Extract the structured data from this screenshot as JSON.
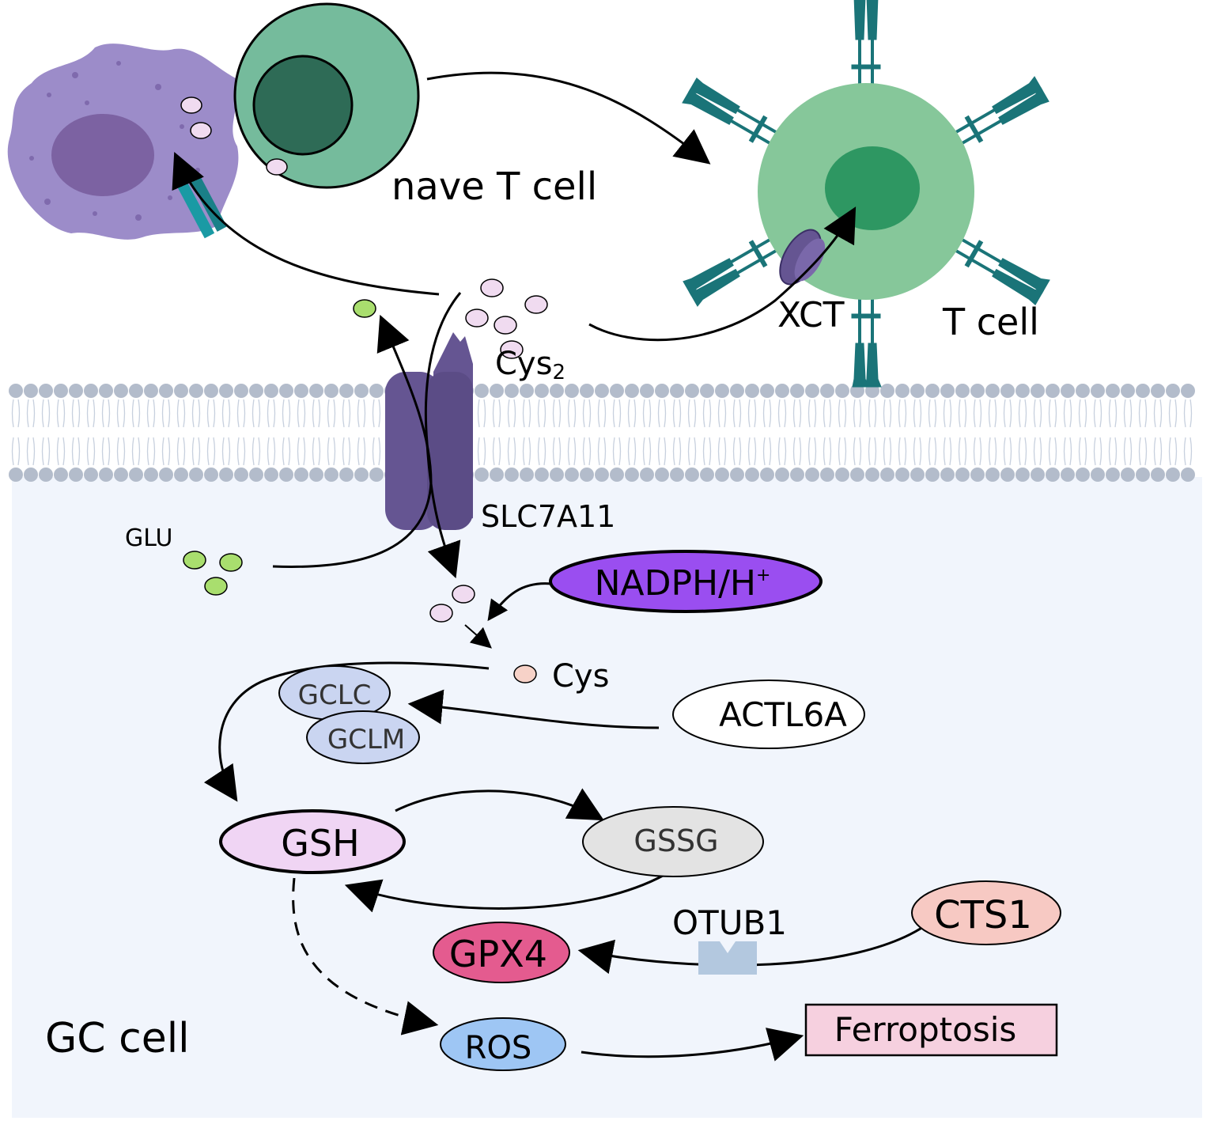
{
  "labels": {
    "naive_t_cell": "nave T cell",
    "t_cell": "T cell",
    "xct": "XCT",
    "cys2": "Cys",
    "cys2_subscript": "2",
    "slc7a11": "SLC7A11",
    "glu": "GLU",
    "nadph": "NADPH/H",
    "nadph_superscript": "+",
    "cys": "Cys",
    "gclc": "GCLC",
    "gclm": "GCLM",
    "actl6a": "ACTL6A",
    "gsh": "GSH",
    "gssg": "GSSG",
    "otub1": "OTUB1",
    "cts1": "CTS1",
    "gpx4": "GPX4",
    "ros": "ROS",
    "ferroptosis": "Ferroptosis",
    "gc_cell": "GC cell"
  },
  "colors": {
    "cell_interior": "#f1f5fc",
    "membrane_head": "#b3bccb",
    "membrane_tail": "#c7d0de",
    "transporter": "#655592",
    "macrophage": "#9c8cc9",
    "macrophage_nucleus": "#7c62a2",
    "naive_cell": "#75bb9c",
    "naive_nucleus": "#2e6b56",
    "t_cell": "#86c79a",
    "t_cell_nucleus": "#2e9762",
    "receptor": "#1a7478",
    "cystine_dot": "#f0dbf0",
    "glutamate_dot": "#a9de6e",
    "cys_dot": "#f7d2c8",
    "nadph": "#9a4ef0",
    "gclc": "#cad5f1",
    "gsh": "#f0d5f4",
    "gssg": "#e3e3e3",
    "cts1": "#f7c9c3",
    "gpx4": "#e45b8f",
    "ros": "#9ec6f4",
    "ferroptosis": "#f6d0df",
    "otub1": "#b3c8df"
  },
  "icons": [
    "macrophage-cell",
    "naive-t-cell",
    "activated-t-cell",
    "slc7a11-transporter",
    "xct-transporter",
    "receptor-glyph",
    "otub1-glyph"
  ]
}
